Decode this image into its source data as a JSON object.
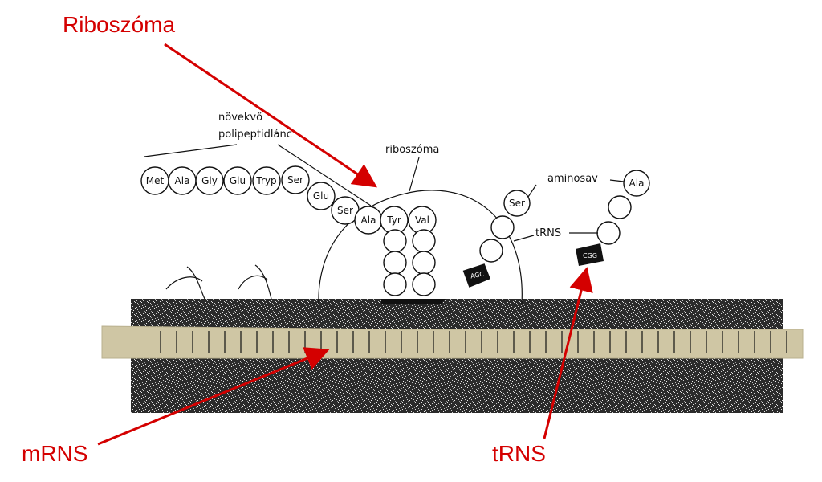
{
  "labels": {
    "riboszoma_red": "Riboszóma",
    "mrns_red": "mRNS",
    "trns_red": "tRNS",
    "novekvo_line1": "növekvő",
    "novekvo_line2": "polipeptidlánc",
    "riboszoma_small": "riboszóma",
    "aminosav": "aminosav",
    "trns_small": "tRNS"
  },
  "chain": [
    "Met",
    "Ala",
    "Gly",
    "Glu",
    "Tryp",
    "Ser",
    "Glu",
    "Ser"
  ],
  "in_ribosome": [
    "Ala",
    "Tyr",
    "Val"
  ],
  "trna_inside_aa": "Ser",
  "trna_outside_aa": "Ala",
  "anticodon_inside": "AGC",
  "anticodon_outside": "CGG",
  "colors": {
    "arrow": "#d40000",
    "strand": "#cfc6a4",
    "background_texture": "#2a2a2a"
  }
}
